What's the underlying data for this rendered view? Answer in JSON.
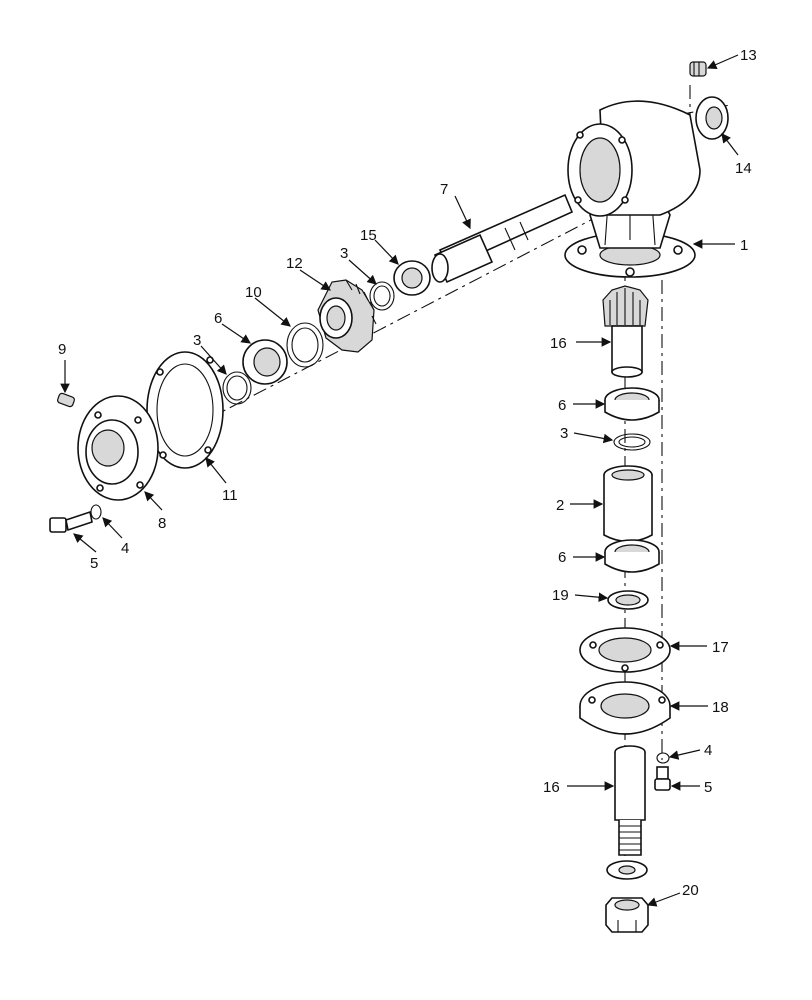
{
  "callouts": {
    "c1": "1",
    "c2": "2",
    "c3a": "3",
    "c3b": "3",
    "c3c": "3",
    "c4a": "4",
    "c4b": "4",
    "c5a": "5",
    "c5b": "5",
    "c6a": "6",
    "c6b": "6",
    "c6c": "6",
    "c7": "7",
    "c8": "8",
    "c9": "9",
    "c10": "10",
    "c11": "11",
    "c12": "12",
    "c13": "13",
    "c14": "14",
    "c15": "15",
    "c16a": "16",
    "c16b": "16",
    "c17": "17",
    "c18": "18",
    "c19": "19",
    "c20": "20"
  }
}
